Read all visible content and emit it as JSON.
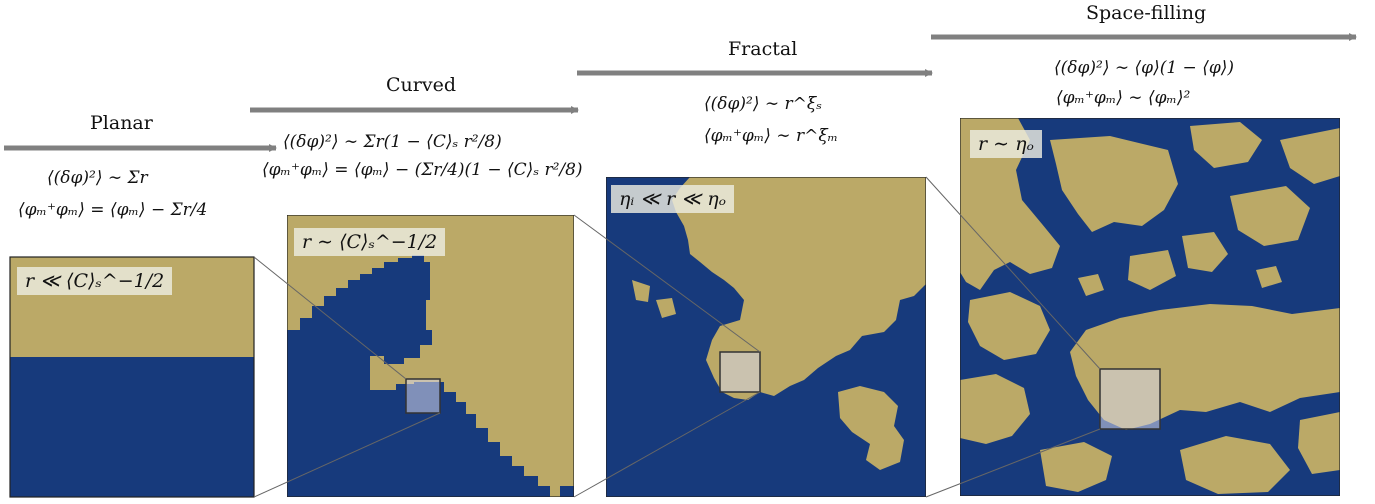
{
  "stages": [
    {
      "label": "Planar",
      "formula1": "⟨(δφ)²⟩ ∼ Σr",
      "formula2": "⟨φₘ⁺φₘ⟩ = ⟨φₘ⟩ − Σr/4",
      "badge": "r ≪ ⟨C⟩ₛ^−1/2"
    },
    {
      "label": "Curved",
      "formula1": "⟨(δφ)²⟩ ∼ Σr(1 − ⟨C⟩ₛ r²/8)",
      "formula2": "⟨φₘ⁺φₘ⟩ = ⟨φₘ⟩ − (Σr/4)(1 − ⟨C⟩ₛ r²/8)",
      "badge": "r ∼ ⟨C⟩ₛ^−1/2"
    },
    {
      "label": "Fractal",
      "formula1": "⟨(δφ)²⟩ ∼ r^ξₛ",
      "formula2": "⟨φₘ⁺φₘ⟩ ∼ r^ξₘ",
      "badge": "ηᵢ ≪ r ≪ ηₒ"
    },
    {
      "label": "Space-filling",
      "formula1": "⟨(δφ)²⟩ ∼ ⟨φ⟩(1 − ⟨φ⟩)",
      "formula2": "⟨φₘ⁺φₘ⟩ ∼ ⟨φₘ⟩²",
      "badge": "r ∼ ηₒ"
    }
  ],
  "colors": {
    "phase_a": "#bba967",
    "phase_b": "#173a7c",
    "arrow": "#808080",
    "zoom_line": "#666666"
  }
}
